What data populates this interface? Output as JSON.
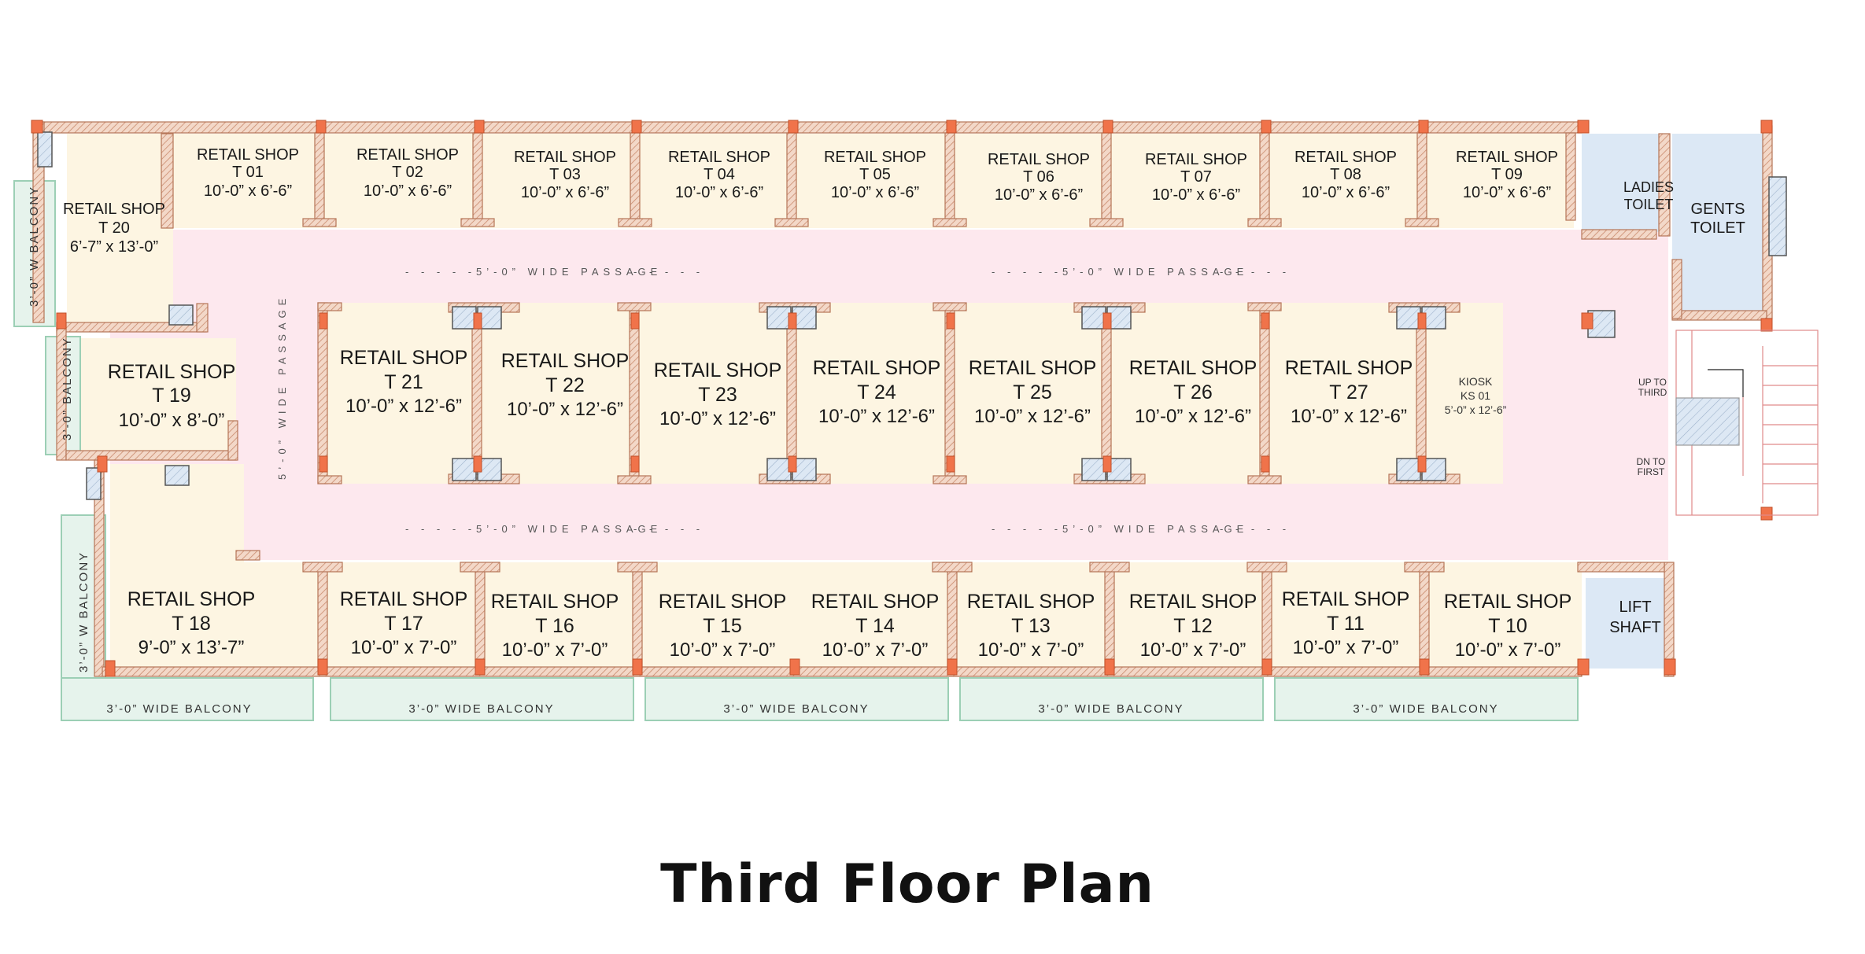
{
  "title": "Third Floor Plan",
  "shops_top": [
    {
      "id": "t01",
      "name": "RETAIL SHOP",
      "code": "T 01",
      "size": "10’-0” x 6’-6”"
    },
    {
      "id": "t02",
      "name": "RETAIL SHOP",
      "code": "T 02",
      "size": "10’-0” x 6’-6”"
    },
    {
      "id": "t03",
      "name": "RETAIL SHOP",
      "code": "T 03",
      "size": "10’-0” x 6’-6”"
    },
    {
      "id": "t04",
      "name": "RETAIL SHOP",
      "code": "T 04",
      "size": "10’-0” x 6’-6”"
    },
    {
      "id": "t05",
      "name": "RETAIL SHOP",
      "code": "T 05",
      "size": "10’-0” x 6’-6”"
    },
    {
      "id": "t06",
      "name": "RETAIL SHOP",
      "code": "T 06",
      "size": "10’-0” x 6’-6”"
    },
    {
      "id": "t07",
      "name": "RETAIL SHOP",
      "code": "T 07",
      "size": "10’-0” x 6’-6”"
    },
    {
      "id": "t08",
      "name": "RETAIL SHOP",
      "code": "T 08",
      "size": "10’-0” x 6’-6”"
    },
    {
      "id": "t09",
      "name": "RETAIL SHOP",
      "code": "T 09",
      "size": "10’-0” x 6’-6”"
    }
  ],
  "shops_middle": [
    {
      "id": "t21",
      "name": "RETAIL SHOP",
      "code": "T 21",
      "size": "10’-0” x 12’-6”"
    },
    {
      "id": "t22",
      "name": "RETAIL SHOP",
      "code": "T 22",
      "size": "10’-0” x 12’-6”"
    },
    {
      "id": "t23",
      "name": "RETAIL SHOP",
      "code": "T 23",
      "size": "10’-0” x 12’-6”"
    },
    {
      "id": "t24",
      "name": "RETAIL SHOP",
      "code": "T 24",
      "size": "10’-0” x 12’-6”"
    },
    {
      "id": "t25",
      "name": "RETAIL SHOP",
      "code": "T 25",
      "size": "10’-0” x 12’-6”"
    },
    {
      "id": "t26",
      "name": "RETAIL SHOP",
      "code": "T 26",
      "size": "10’-0” x 12’-6”"
    },
    {
      "id": "t27",
      "name": "RETAIL SHOP",
      "code": "T 27",
      "size": "10’-0” x 12’-6”"
    }
  ],
  "shops_bottom": [
    {
      "id": "t17",
      "name": "RETAIL SHOP",
      "code": "T 17",
      "size": "10’-0” x 7’-0”"
    },
    {
      "id": "t16",
      "name": "RETAIL SHOP",
      "code": "T 16",
      "size": "10’-0” x 7’-0”"
    },
    {
      "id": "t15",
      "name": "RETAIL SHOP",
      "code": "T 15",
      "size": "10’-0” x 7’-0”"
    },
    {
      "id": "t14",
      "name": "RETAIL SHOP",
      "code": "T 14",
      "size": "10’-0” x 7’-0”"
    },
    {
      "id": "t13",
      "name": "RETAIL SHOP",
      "code": "T 13",
      "size": "10’-0” x 7’-0”"
    },
    {
      "id": "t12",
      "name": "RETAIL SHOP",
      "code": "T 12",
      "size": "10’-0” x 7’-0”"
    },
    {
      "id": "t11",
      "name": "RETAIL SHOP",
      "code": "T 11",
      "size": "10’-0” x 7’-0”"
    },
    {
      "id": "t10",
      "name": "RETAIL SHOP",
      "code": "T 10",
      "size": "10’-0” x 7’-0”"
    }
  ],
  "shops_left": [
    {
      "id": "t20",
      "name": "RETAIL SHOP",
      "code": "T 20",
      "size": "6’-7” x 13’-0”"
    },
    {
      "id": "t19",
      "name": "RETAIL SHOP",
      "code": "T 19",
      "size": "10’-0” x 8’-0”"
    },
    {
      "id": "t18",
      "name": "RETAIL SHOP",
      "code": "T 18",
      "size": "9’-0” x 13’-7”"
    }
  ],
  "kiosk": {
    "name": "KIOSK",
    "code": "KS 01",
    "size": "5’-0” x 12’-6”"
  },
  "ladies_toilet": [
    "LADIES",
    "TOILET"
  ],
  "gents_toilet": [
    "GENTS",
    "TOILET"
  ],
  "lift": [
    "LIFT",
    "SHAFT"
  ],
  "stair": {
    "up": [
      "UP TO",
      "THIRD"
    ],
    "down": [
      "DN TO",
      "FIRST"
    ]
  },
  "passage_h": "5’-0”  WIDE  PASSAGE",
  "passage_v": "5’-0”  WIDE  PASSAGE",
  "balcony_wide": "3’-0” WIDE BALCONY",
  "balcony_w": "3’-0” W BALCONY",
  "balcony_short": "3’-0” BALCONY"
}
